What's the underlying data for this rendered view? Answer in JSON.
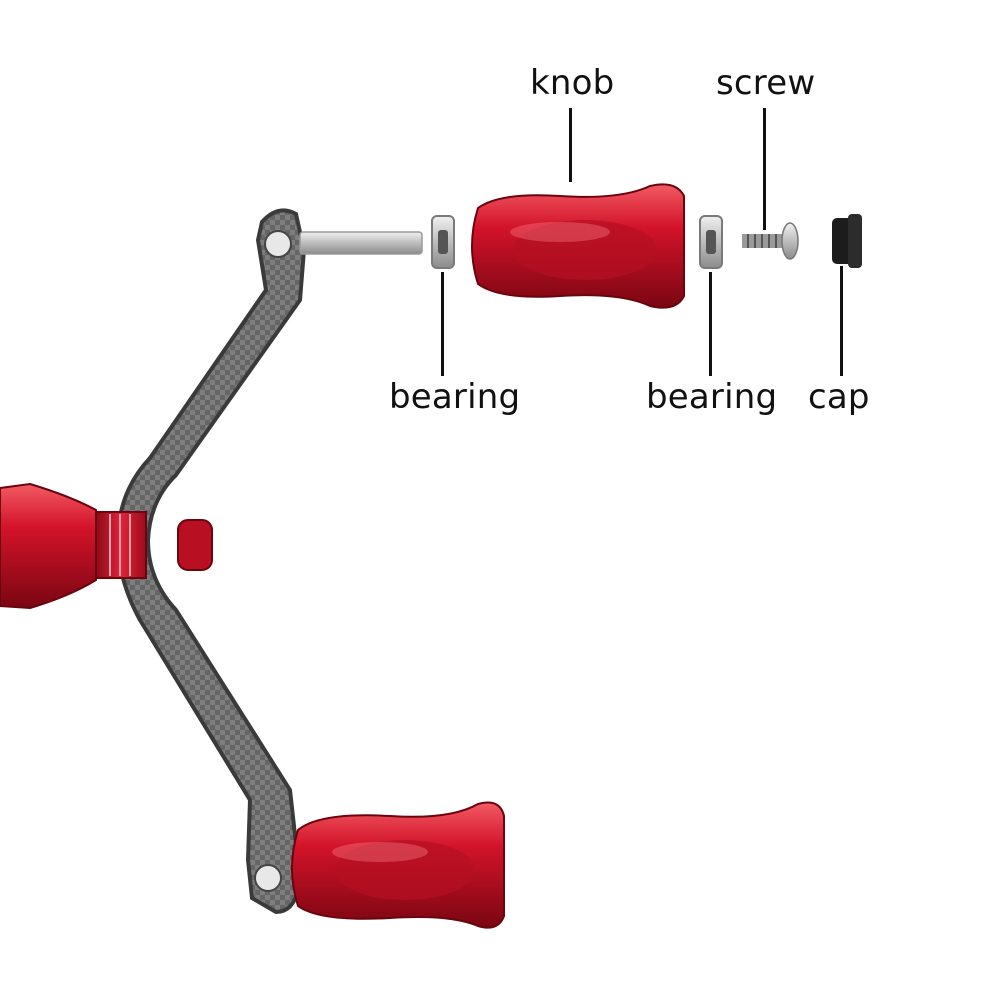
{
  "labels": {
    "knob": "knob",
    "screw": "screw",
    "bearing_left": "bearing",
    "bearing_right": "bearing",
    "cap": "cap"
  },
  "colors": {
    "knob_red": "#d3132a",
    "knob_dark": "#7a0612",
    "carbon_arm": "#6f6f6f",
    "carbon_edge": "#3a3a3a",
    "metal": "#c9c9c9",
    "cap_black": "#1c1c1c",
    "leader_line": "#111111"
  }
}
